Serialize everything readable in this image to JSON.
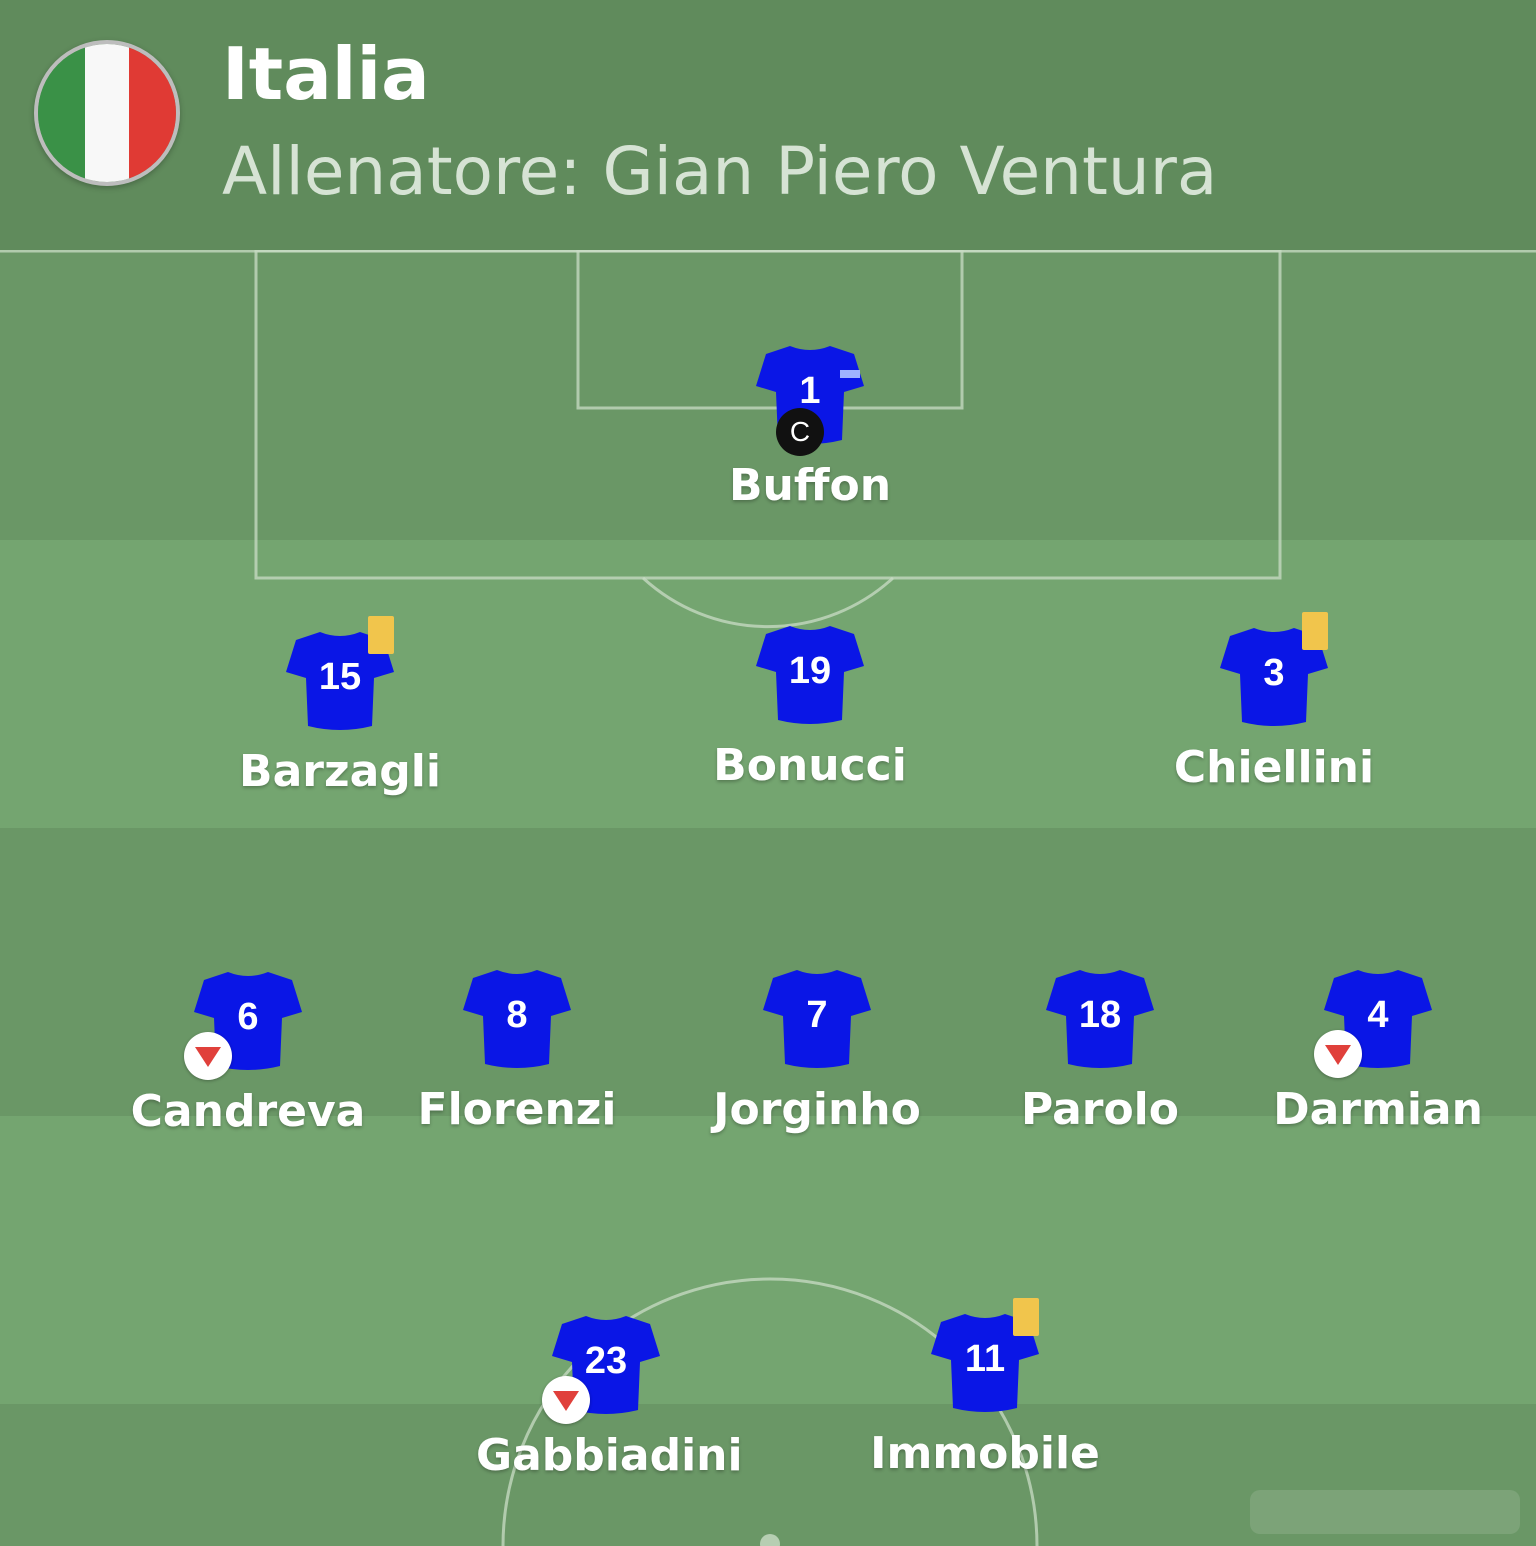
{
  "header": {
    "team": "Italia",
    "coach": "Allenatore: Gian Piero Ventura",
    "flag_colors": [
      "#3a9147",
      "#f8f8f8",
      "#e03a34"
    ]
  },
  "kit_color": "#0a16e6",
  "players": [
    {
      "number": "1",
      "name": "Buffon",
      "captain": true,
      "yellow_card": false,
      "subbed_off": false
    },
    {
      "number": "15",
      "name": "Barzagli",
      "captain": false,
      "yellow_card": true,
      "subbed_off": false
    },
    {
      "number": "19",
      "name": "Bonucci",
      "captain": false,
      "yellow_card": false,
      "subbed_off": false
    },
    {
      "number": "3",
      "name": "Chiellini",
      "captain": false,
      "yellow_card": true,
      "subbed_off": false
    },
    {
      "number": "6",
      "name": "Candreva",
      "captain": false,
      "yellow_card": false,
      "subbed_off": true
    },
    {
      "number": "8",
      "name": "Florenzi",
      "captain": false,
      "yellow_card": false,
      "subbed_off": false
    },
    {
      "number": "7",
      "name": "Jorginho",
      "captain": false,
      "yellow_card": false,
      "subbed_off": false
    },
    {
      "number": "18",
      "name": "Parolo",
      "captain": false,
      "yellow_card": false,
      "subbed_off": false
    },
    {
      "number": "4",
      "name": "Darmian",
      "captain": false,
      "yellow_card": false,
      "subbed_off": true
    },
    {
      "number": "23",
      "name": "Gabbiadini",
      "captain": false,
      "yellow_card": false,
      "subbed_off": true
    },
    {
      "number": "11",
      "name": "Immobile",
      "captain": false,
      "yellow_card": true,
      "subbed_off": false
    }
  ],
  "captain_badge": "C"
}
